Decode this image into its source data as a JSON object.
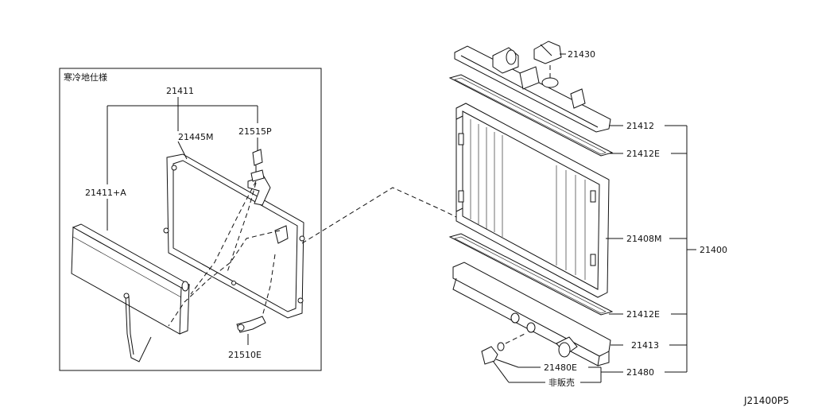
{
  "inset": {
    "title": "寒冷地仕様"
  },
  "labels": {
    "p21411": "21411",
    "p21445M": "21445M",
    "p21515P": "21515P",
    "p21411A": "21411+A",
    "p21510E": "21510E",
    "p21430": "21430",
    "p21412": "21412",
    "p21412E_top": "21412E",
    "p21408M": "21408M",
    "p21400": "21400",
    "p21412E_bottom": "21412E",
    "p21413": "21413",
    "p21480E": "21480E",
    "p21480": "21480",
    "not_sold": "非販売"
  },
  "diagram_id": "J21400P5"
}
